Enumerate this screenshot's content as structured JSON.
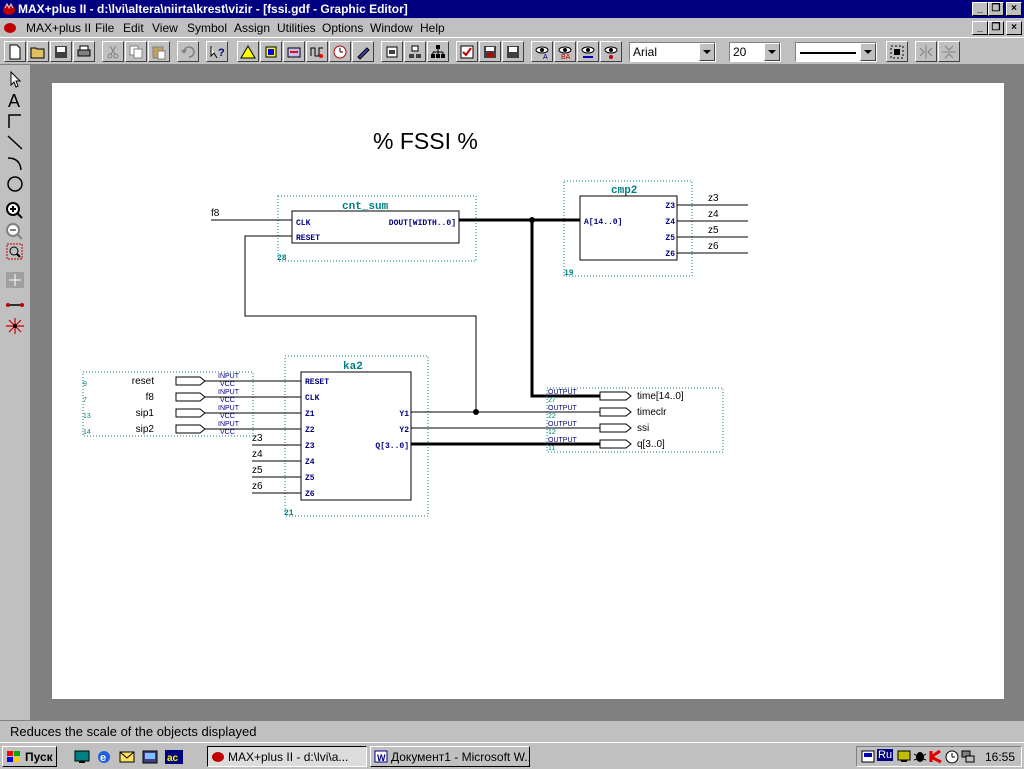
{
  "window": {
    "title": "MAX+plus II - d:\\lvi\\altera\\niirta\\krest\\vizir - [fssi.gdf - Graphic Editor]"
  },
  "menu": {
    "app": "MAX+plus II",
    "items": [
      "File",
      "Edit",
      "View",
      "Symbol",
      "Assign",
      "Utilities",
      "Options",
      "Window",
      "Help"
    ]
  },
  "toolbar": {
    "font_name": "Arial",
    "font_size": "20"
  },
  "diagram": {
    "title": "% FSSI %",
    "blocks": {
      "cnt_sum": {
        "name": "cnt_sum",
        "id": "28",
        "pin_clk": "CLK",
        "pin_reset": "RESET",
        "pin_dout": "DOUT[WIDTH..0]"
      },
      "cmp2": {
        "name": "cmp2",
        "id": "19",
        "pin_a": "A[14..0]",
        "outs": [
          "Z3",
          "Z4",
          "Z5",
          "Z6"
        ]
      },
      "ka2": {
        "name": "ka2",
        "id": "21",
        "ins": [
          "RESET",
          "CLK",
          "Z1",
          "Z2",
          "Z3",
          "Z4",
          "Z5",
          "Z6"
        ],
        "outs": [
          "Y1",
          "Y2",
          "Q[3..0]"
        ]
      }
    },
    "net_labels": {
      "f8_top": "f8",
      "cmp_z": [
        "z3",
        "z4",
        "z5",
        "z6"
      ],
      "ka2_z": [
        "z3",
        "z4",
        "z5",
        "z6"
      ]
    },
    "inputs": [
      {
        "name": "reset",
        "pin": "9",
        "type": "INPUT",
        "sub": "VCC"
      },
      {
        "name": "f8",
        "pin": "7",
        "type": "INPUT",
        "sub": "VCC"
      },
      {
        "name": "sip1",
        "pin": "13",
        "type": "INPUT",
        "sub": "VCC"
      },
      {
        "name": "sip2",
        "pin": "14",
        "type": "INPUT",
        "sub": "VCC"
      }
    ],
    "outputs": [
      {
        "name": "time[14..0]",
        "pin": "27",
        "type": "OUTPUT"
      },
      {
        "name": "timeclr",
        "pin": "22",
        "type": "OUTPUT"
      },
      {
        "name": "ssi",
        "pin": "12",
        "type": "OUTPUT"
      },
      {
        "name": "q[3..0]",
        "pin": "11",
        "type": "OUTPUT"
      }
    ]
  },
  "status": {
    "text": "Reduces the scale of the objects displayed"
  },
  "taskbar": {
    "start_label": "Пуск",
    "tasks": [
      "MAX+plus II - d:\\lvi\\a...",
      "Документ1 - Microsoft W..."
    ],
    "lang": "Ru",
    "clock": "16:55"
  },
  "colors": {
    "titlebar": "#000080",
    "block_label": "#008080",
    "pin_text": "#000080",
    "canvas": "#ffffff"
  }
}
